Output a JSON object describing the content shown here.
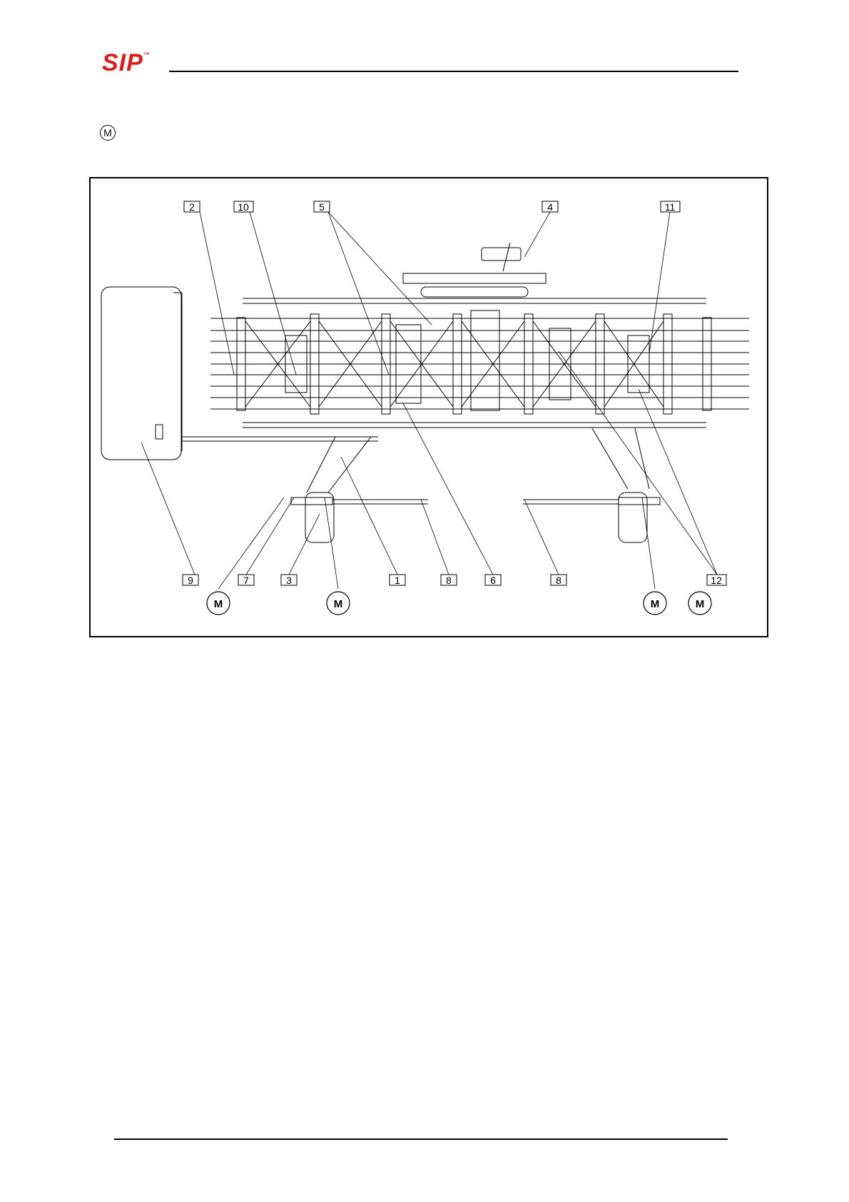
{
  "header": {
    "logo_text": "SIP",
    "logo_tm": "™",
    "brand_color": "#d81e1e"
  },
  "section_symbol": "M",
  "figure": {
    "callouts_top": [
      "2",
      "10",
      "5",
      "4",
      "11"
    ],
    "callouts_bottom": [
      "9",
      "7",
      "3",
      "1",
      "8",
      "6",
      "8",
      "12"
    ],
    "markers": [
      "M",
      "M",
      "M",
      "M"
    ]
  }
}
